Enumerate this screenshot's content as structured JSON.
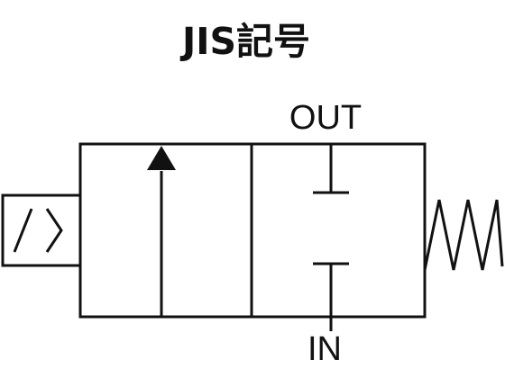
{
  "title": "JIS記号",
  "ports": {
    "out_label": "OUT",
    "in_label": "IN"
  },
  "colors": {
    "line": "#111111",
    "background": "#ffffff"
  },
  "symbol_parts": [
    "solenoid-icon",
    "flow-arrow-icon",
    "blocked-port-icon",
    "spring-icon"
  ]
}
